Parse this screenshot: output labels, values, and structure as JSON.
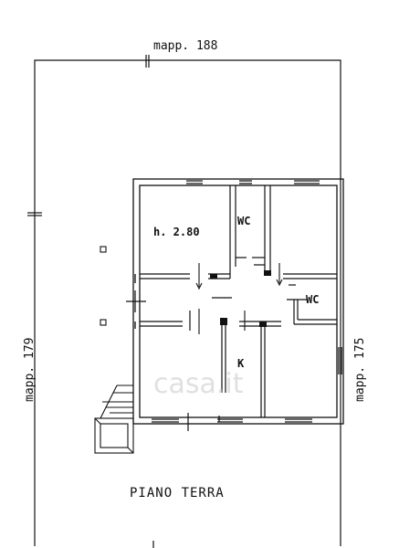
{
  "plan": {
    "boundary_labels": {
      "top": "mapp. 188",
      "left": "mapp. 179",
      "right": "mapp. 175"
    },
    "rooms": {
      "wc_upper": "WC",
      "wc_right": "WC",
      "kitchen": "K"
    },
    "height_note": "h. 2.80",
    "floor_title": "PIANO TERRA",
    "watermark": "casa.it"
  }
}
